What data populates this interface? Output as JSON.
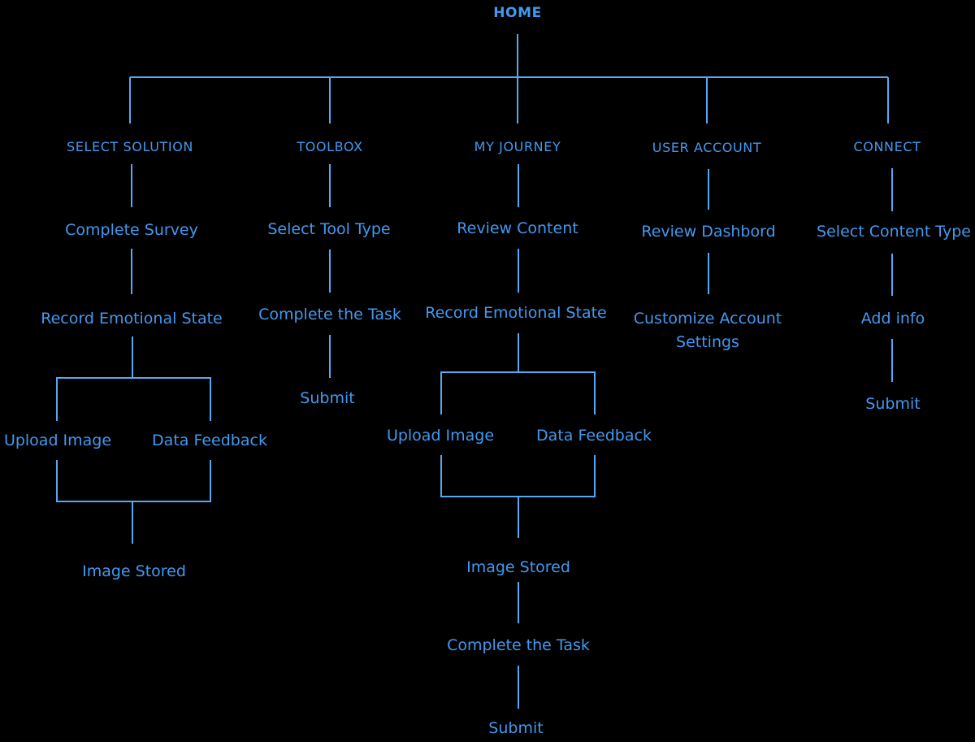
{
  "colors": {
    "background": "#000000",
    "text": "#4299F0",
    "line": "#54A8F4"
  },
  "sitemap": {
    "root": "HOME",
    "branches": [
      {
        "label": "SELECT SOLUTION",
        "steps": [
          "Complete Survey",
          "Record Emotional State"
        ],
        "split": [
          "Upload Image",
          "Data Feedback"
        ],
        "after_split": [
          "Image Stored"
        ]
      },
      {
        "label": "TOOLBOX",
        "steps": [
          "Select Tool Type",
          "Complete the Task",
          "Submit"
        ]
      },
      {
        "label": "MY JOURNEY",
        "steps": [
          "Review Content",
          "Record Emotional State"
        ],
        "split": [
          "Upload Image",
          "Data Feedback"
        ],
        "after_split": [
          "Image Stored",
          "Complete the Task",
          "Submit"
        ]
      },
      {
        "label": "USER ACCOUNT",
        "steps": [
          "Review Dashbord",
          "Customize Account Settings"
        ]
      },
      {
        "label": "CONNECT",
        "steps": [
          "Select Content Type",
          "Add info",
          "Submit"
        ]
      }
    ]
  }
}
